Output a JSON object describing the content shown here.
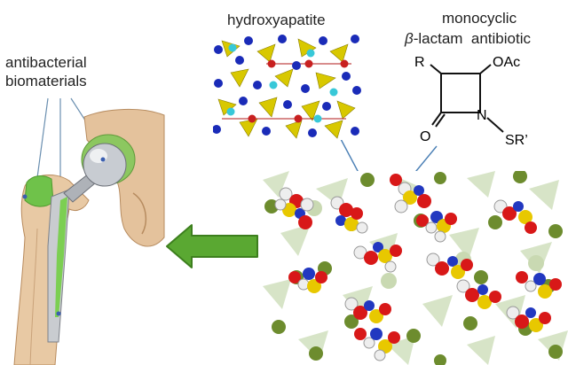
{
  "labels": {
    "antibacterial_line1": "antibacterial",
    "antibacterial_line2": "biomaterials",
    "hydroxyapatite": "hydroxyapatite",
    "monocyclic": "monocyclic",
    "beta_lactam_greek": "β",
    "beta_lactam_rest": "-lactam  antibiotic"
  },
  "molecule": {
    "substituent_r": "R",
    "substituent_oac": "OAc",
    "carbonyl_o": "O",
    "ring_n": "N",
    "substituent_sr": "SR’"
  },
  "colors": {
    "implant_green": "#6fc24a",
    "arrow_green": "#5aa832",
    "arrow_border": "#3d7f1e",
    "calcium_blue": "#1a2bb8",
    "calcium_cyan": "#38c8d8",
    "phosphate_yellow": "#d8c800",
    "oxygen_red": "#c82020",
    "olive_sphere": "#6d8c2e",
    "sulfur": "#e0c400",
    "bone": "#e8c9a4"
  }
}
